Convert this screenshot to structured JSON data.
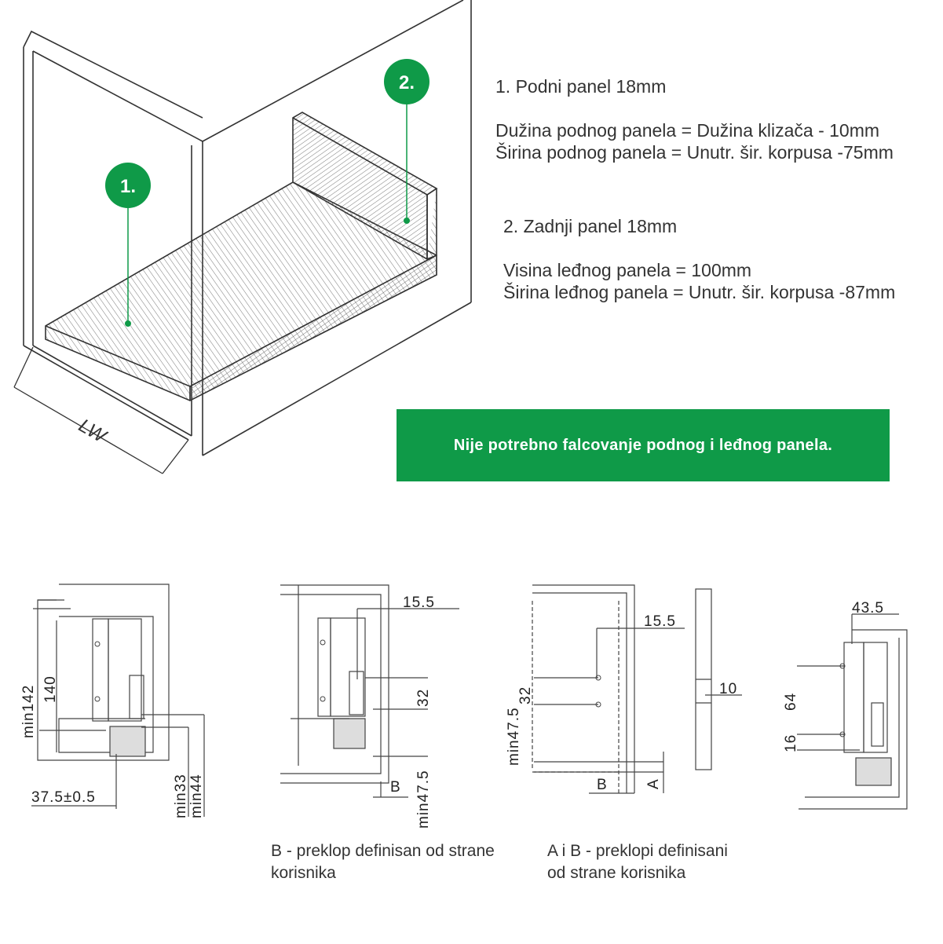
{
  "callouts": {
    "one": "1.",
    "two": "2."
  },
  "lw_label": "LW",
  "panel1": {
    "title": "1. Podni panel 18mm",
    "length": "Dužina podnog panela = Dužina klizača - 10mm",
    "width": "Širina podnog panela = Unutr. šir. korpusa -75mm"
  },
  "panel2": {
    "title": "2. Zadnji panel 18mm",
    "height": "Visina leđnog panela = 100mm",
    "width": "Širina leđnog panela = Unutr. šir. korpusa -87mm"
  },
  "banner_text": "Nije potrebno falcovanje podnog i leđnog panela.",
  "dims": {
    "d1_min142": "min142",
    "d1_140": "140",
    "d1_37": "37.5±0.5",
    "d1_min33": "min33",
    "d1_min44": "min44",
    "d2_15": "15.5",
    "d2_32": "32",
    "d2_min47": "min47.5",
    "d2_B": "B",
    "d3_15": "15.5",
    "d3_32": "32",
    "d3_min47": "min47.5",
    "d3_B": "B",
    "d3_A": "A",
    "d4_10": "10",
    "d5_43": "43.5",
    "d5_64": "64",
    "d5_16": "16"
  },
  "captions": {
    "b_line1": "B - preklop definisan od strane",
    "b_line2": "korisnika",
    "ab_line1": "A i B - preklopi definisani",
    "ab_line2": "od strane korisnika"
  },
  "colors": {
    "accent_green": "#0f9a48",
    "line": "#333333"
  }
}
